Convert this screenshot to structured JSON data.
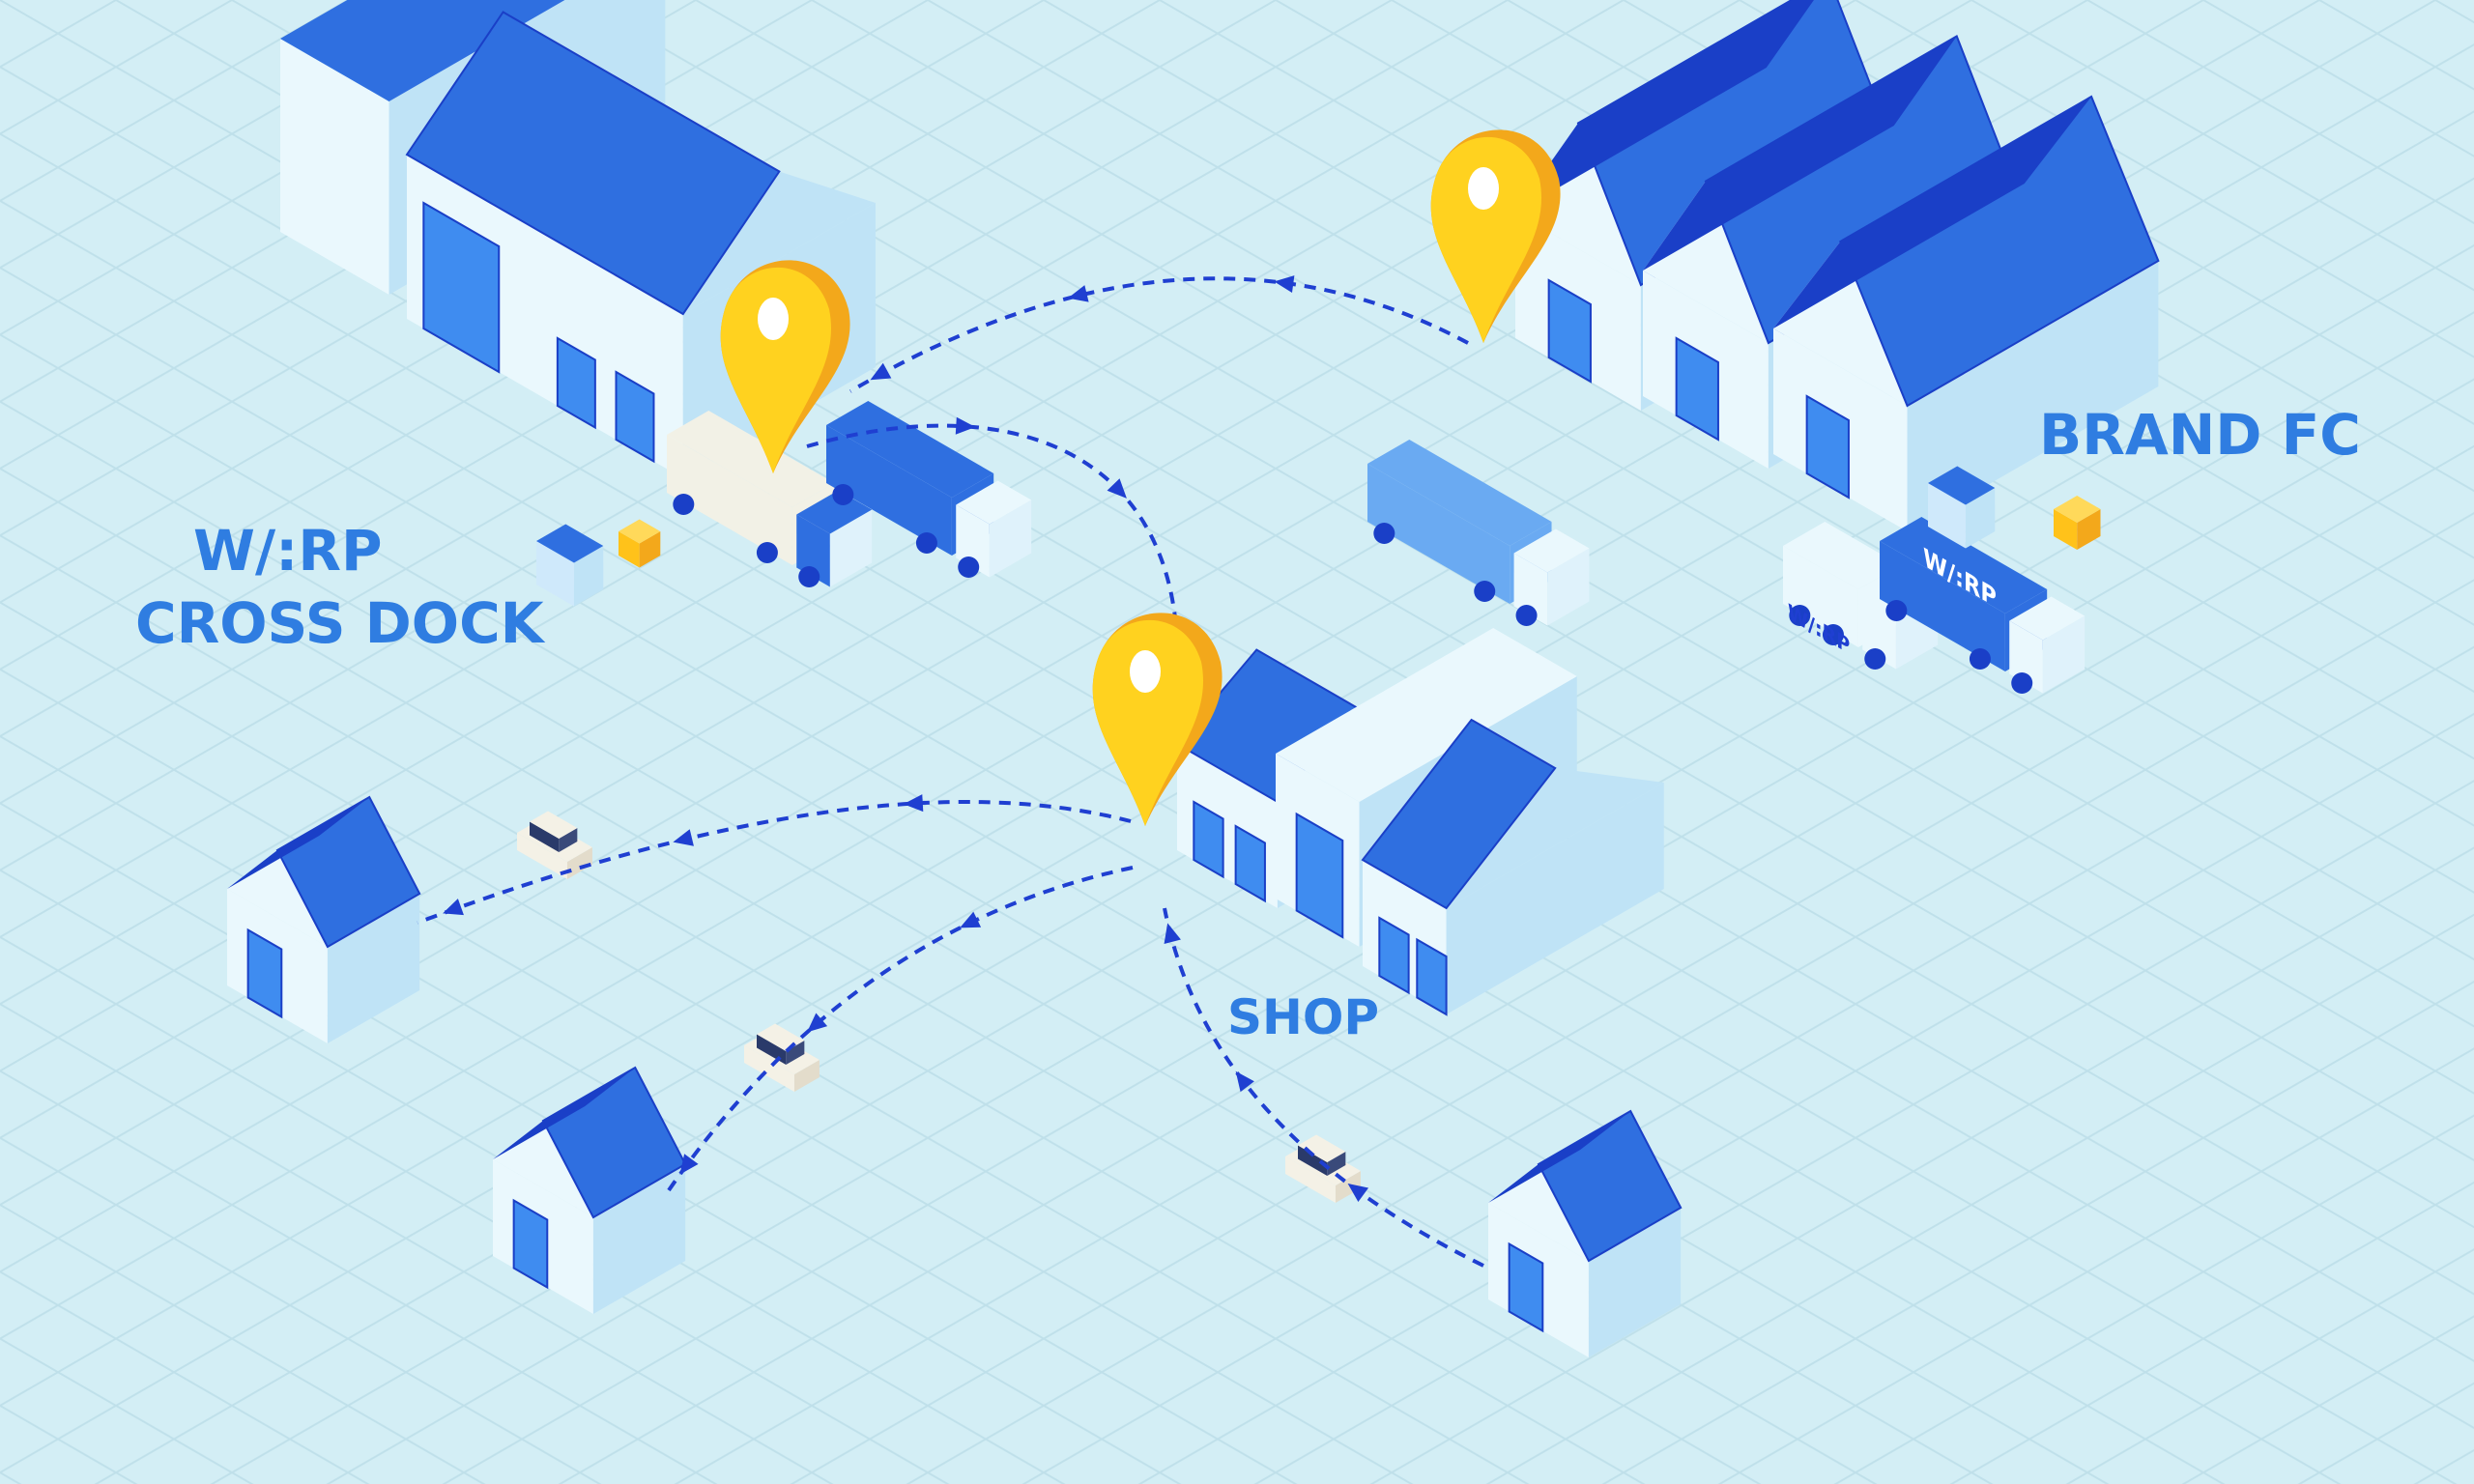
{
  "title": "Logistics flow: Warp Cross Dock, Brand FC, Shop and homes",
  "colors": {
    "background": "#d3eef5",
    "grid": "#b9dce7",
    "roof": "#2f6fe0",
    "roof_dark": "#1a3fc7",
    "wall_light": "#eaf8fd",
    "wall_side": "#bfe3f6",
    "pin": "#ffd21f",
    "pin_shadow": "#f3a81b",
    "arrow": "#1f3fd1"
  },
  "locations": {
    "cross_dock": {
      "brand": "W/:RP",
      "label": "CROSS DOCK"
    },
    "brand_fc": {
      "label": "BRAND FC"
    },
    "shop": {
      "label": "SHOP"
    }
  },
  "vehicles": {
    "van_logo": "W/:RP",
    "container_logo": "W/:RP"
  },
  "flows": [
    {
      "from": "BRAND FC",
      "to": "CROSS DOCK"
    },
    {
      "from": "CROSS DOCK",
      "to": "SHOP"
    },
    {
      "from": "SHOP",
      "to": "home 1"
    },
    {
      "from": "SHOP",
      "to": "home 2"
    },
    {
      "from": "home 3",
      "to": "SHOP"
    }
  ]
}
